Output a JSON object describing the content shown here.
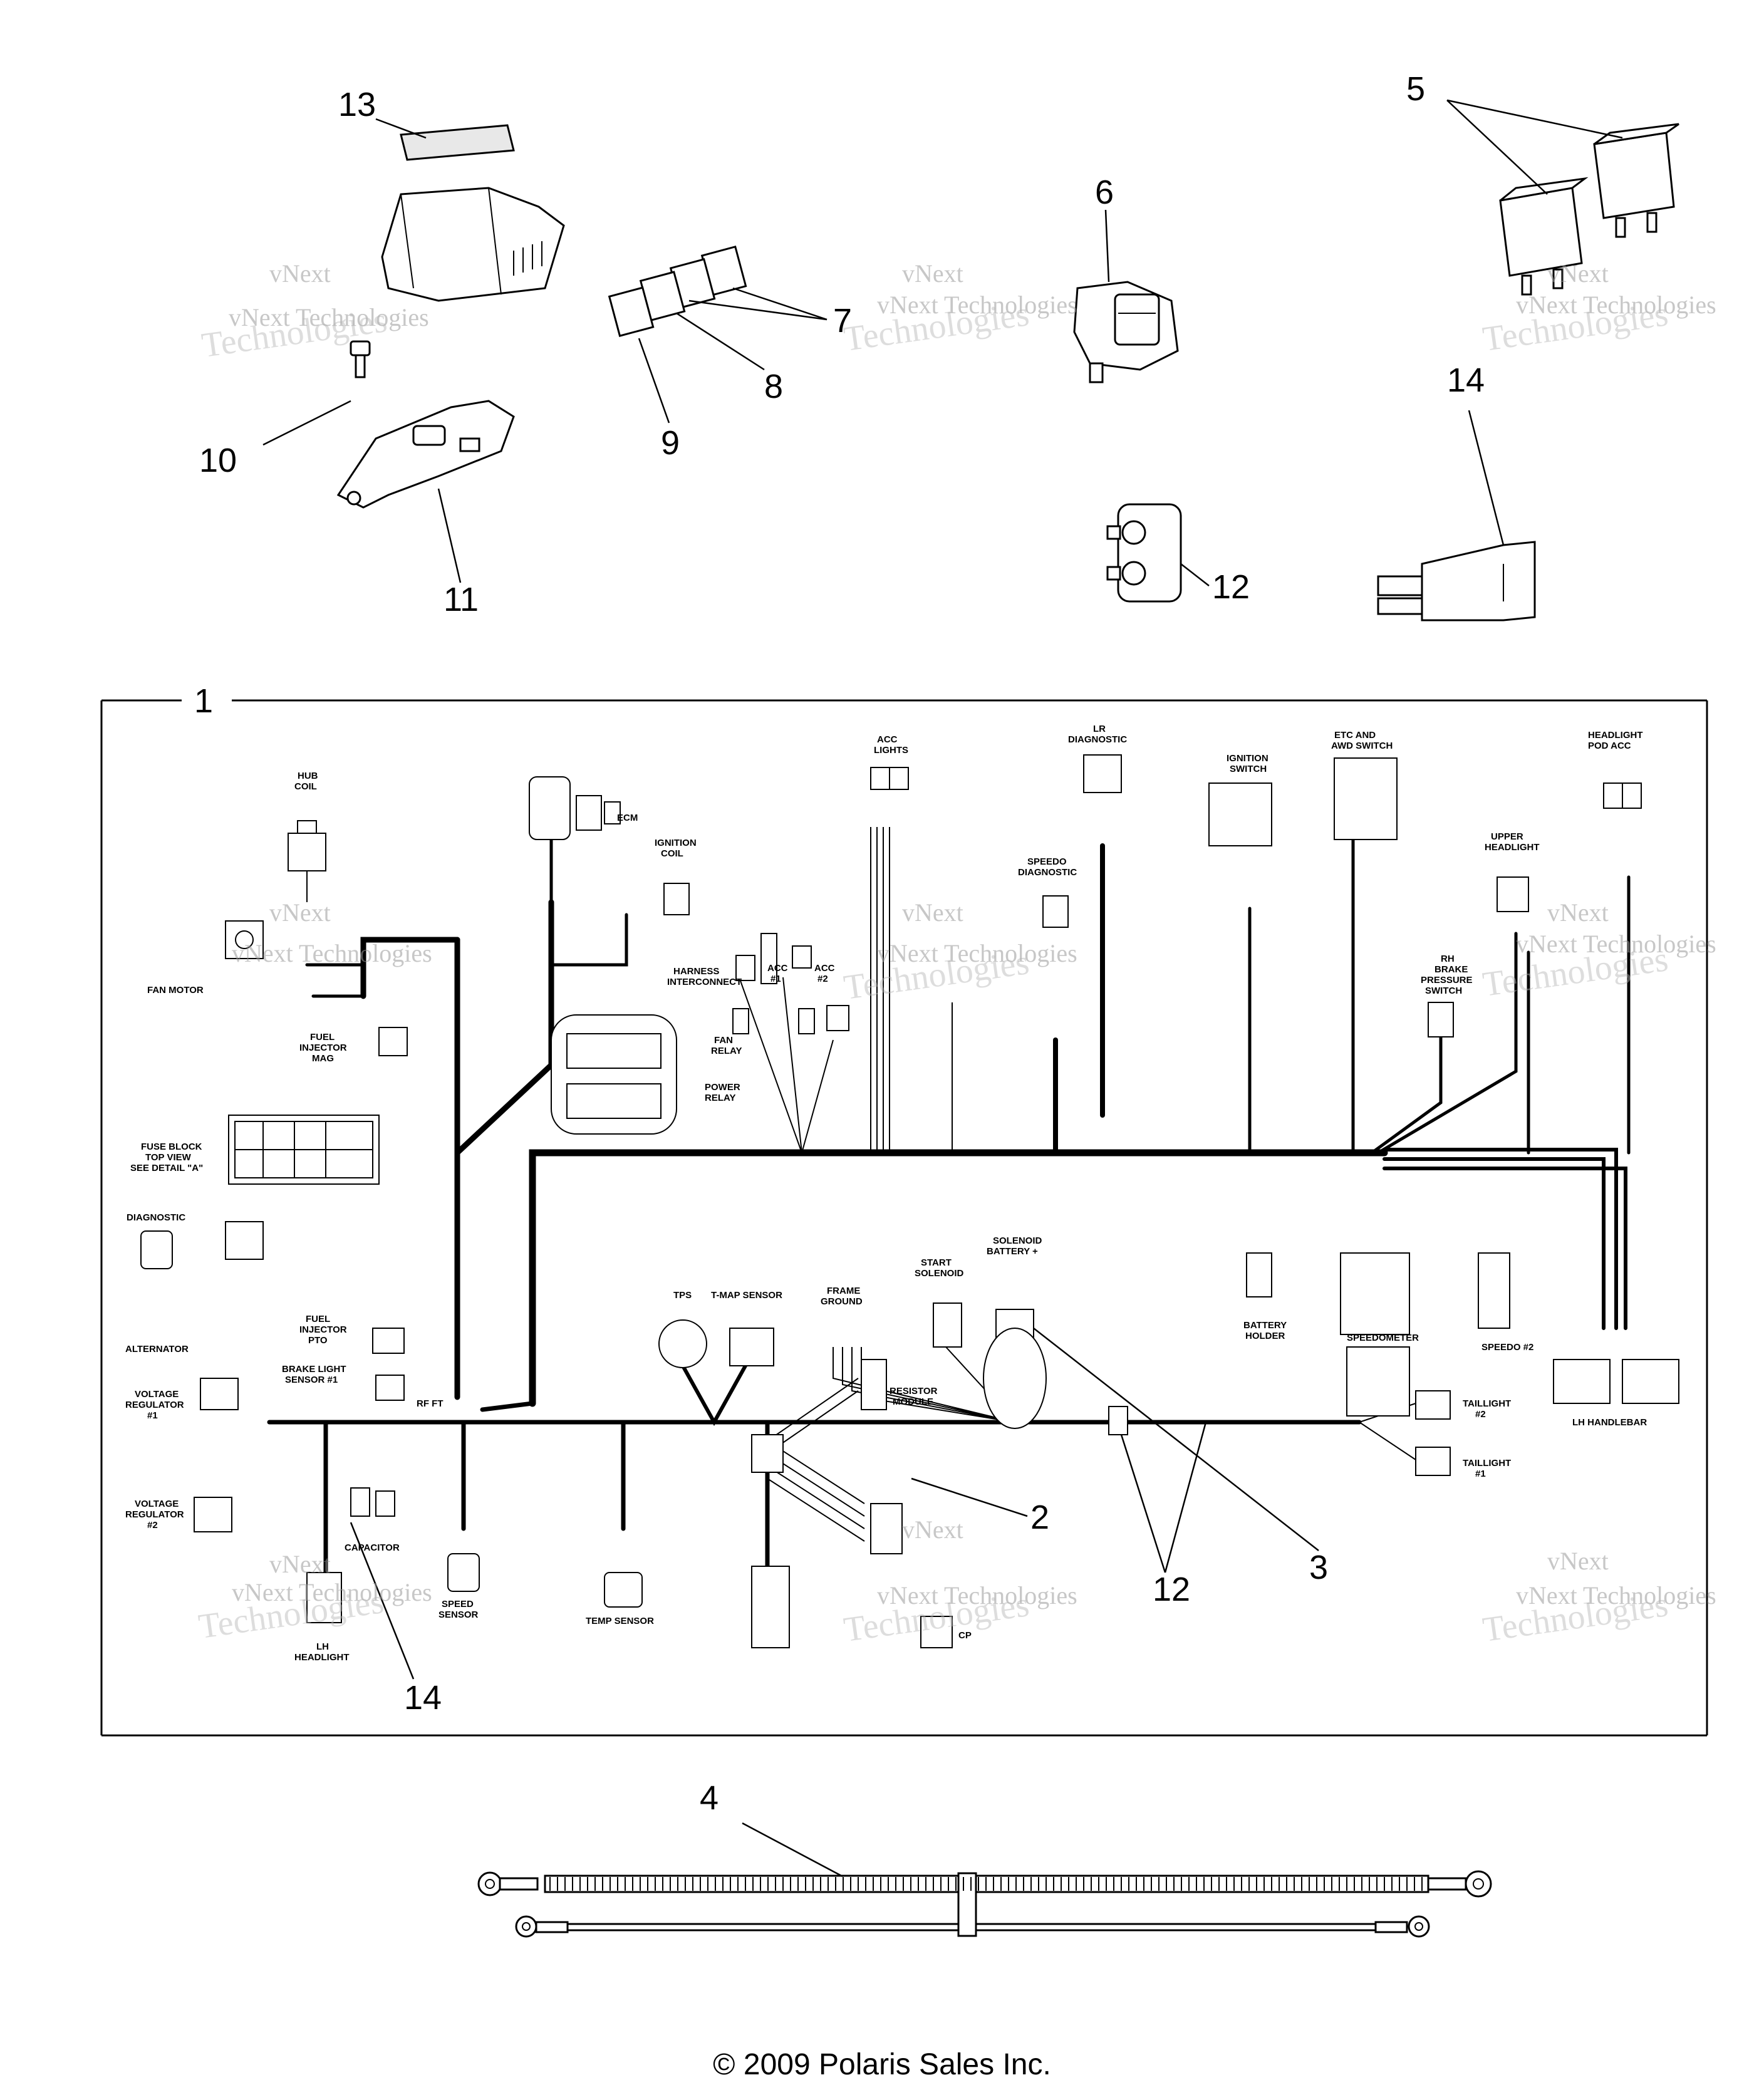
{
  "callouts": {
    "c1": "1",
    "c2": "2",
    "c3": "3",
    "c4": "4",
    "c5": "5",
    "c6": "6",
    "c7": "7",
    "c8": "8",
    "c9": "9",
    "c10": "10",
    "c11": "11",
    "c12a": "12",
    "c12b": "12",
    "c13": "13",
    "c14a": "14",
    "c14b": "14"
  },
  "watermark": {
    "line1": "vNext",
    "line2": "vNext Technologies",
    "line3": "Technologies"
  },
  "harness_labels": {
    "hub_coil": [
      "HUB",
      "COIL"
    ],
    "ecm": "ECM",
    "ignition_coil": [
      "IGNITION",
      "COIL"
    ],
    "acc_lights": [
      "ACC",
      "LIGHTS"
    ],
    "lr_diagnostic": [
      "LR",
      "DIAGNOSTIC"
    ],
    "ignition_switch": [
      "IGNITION",
      "SWITCH"
    ],
    "etc_switch": [
      "ETC AND",
      "AWD SWITCH"
    ],
    "headlight_pod": [
      "HEADLIGHT",
      "POD ACC"
    ],
    "upper_headlight": [
      "UPPER",
      "HEADLIGHT"
    ],
    "speedo_diagnostic": [
      "SPEEDO",
      "DIAGNOSTIC"
    ],
    "fan_motor": "FAN MOTOR",
    "fuel_injector_mag": [
      "FUEL",
      "INJECTOR",
      "MAG"
    ],
    "harness_interconnect": [
      "HARNESS",
      "INTERCONNECT"
    ],
    "acc1": [
      "ACC",
      "#1"
    ],
    "acc2": [
      "ACC",
      "#2"
    ],
    "fan_relay": [
      "FAN",
      "RELAY"
    ],
    "power_relay": [
      "POWER",
      "RELAY"
    ],
    "rh_brake": [
      "RH",
      "BRAKE",
      "PRESSURE",
      "SWITCH"
    ],
    "fuse_block": [
      "FUSE BLOCK",
      "TOP VIEW",
      "SEE DETAIL \"A\""
    ],
    "diagnostic": "DIAGNOSTIC",
    "alternator": "ALTERNATOR",
    "fuel_injector_pto": [
      "FUEL",
      "INJECTOR",
      "PTO"
    ],
    "brake_light_sensor": [
      "BRAKE LIGHT",
      "SENSOR #1"
    ],
    "voltage_reg1": [
      "VOLTAGE",
      "REGULATOR",
      "#1"
    ],
    "voltage_reg2": [
      "VOLTAGE",
      "REGULATOR",
      "#2"
    ],
    "tps": "TPS",
    "tmap": "T-MAP SENSOR",
    "frame_ground": [
      "FRAME",
      "GROUND"
    ],
    "start_solenoid": [
      "START",
      "SOLENOID"
    ],
    "solenoid_battery": [
      "SOLENOID",
      "BATTERY +"
    ],
    "battery_holder": [
      "BATTERY",
      "HOLDER"
    ],
    "speedometer": "SPEEDOMETER",
    "speedo2": "SPEEDO #2",
    "lh_handlebar": "LH HANDLEBAR",
    "taillight2": [
      "TAILLIGHT",
      "#2"
    ],
    "taillight1": [
      "TAILLIGHT",
      "#1"
    ],
    "resistor_module": [
      "RESISTOR",
      "MODULE"
    ],
    "capacitor": "CAPACITOR",
    "speed_sensor": [
      "SPEED",
      "SENSOR"
    ],
    "temp_sensor": "TEMP SENSOR",
    "cp": "CP",
    "lh_headlight": [
      "LH",
      "HEADLIGHT"
    ],
    "rf_ft": "RF FT"
  },
  "copyright": "© 2009 Polaris Sales Inc."
}
